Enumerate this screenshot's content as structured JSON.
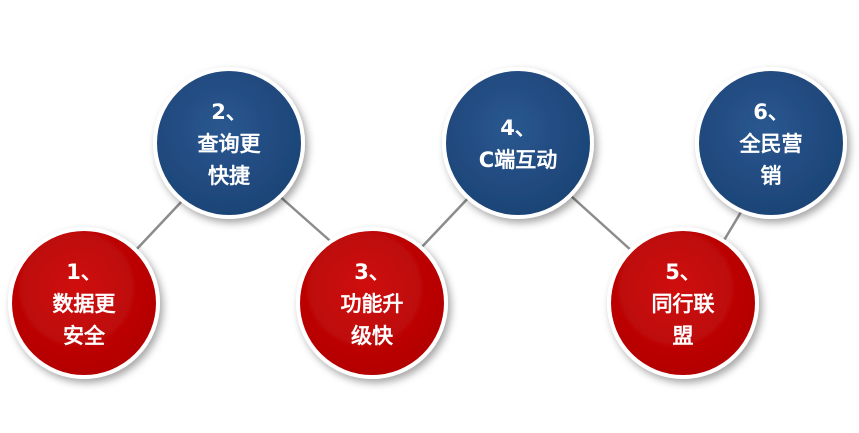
{
  "colors": {
    "red": "#c00000",
    "blue": "#1f497d",
    "ring": "#ffffff",
    "connector": "#8c8c8c"
  },
  "steps": [
    {
      "id": 1,
      "lines": [
        "1、",
        "数据更",
        "安全"
      ],
      "color": "red"
    },
    {
      "id": 2,
      "lines": [
        "2、",
        "查询更",
        "快捷"
      ],
      "color": "blue"
    },
    {
      "id": 3,
      "lines": [
        "3、",
        "功能升",
        "级快"
      ],
      "color": "red"
    },
    {
      "id": 4,
      "lines": [
        "4、",
        "C端互动"
      ],
      "color": "blue"
    },
    {
      "id": 5,
      "lines": [
        "5、",
        "同行联",
        "盟"
      ],
      "color": "red"
    },
    {
      "id": 6,
      "lines": [
        "6、",
        "全民营",
        "销"
      ],
      "color": "blue"
    }
  ]
}
